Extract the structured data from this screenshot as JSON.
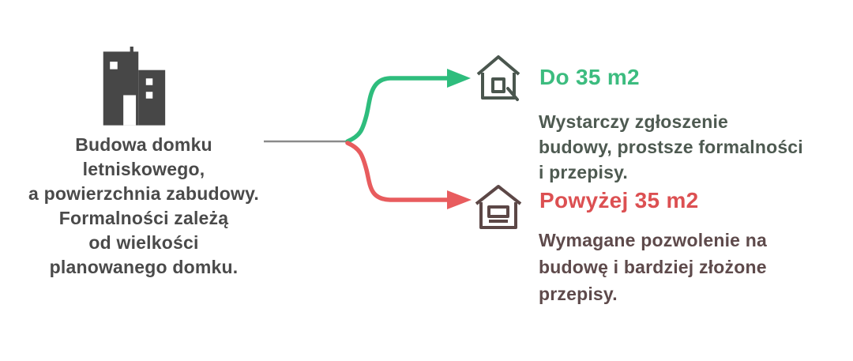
{
  "intro": {
    "icon": "buildings-icon",
    "lines": [
      "Budowa domku letniskowego,",
      "a powierzchnia zabudowy.",
      "Formalności zależą",
      "od wielkości",
      "planowanego domku."
    ]
  },
  "branch_small": {
    "icon": "house-document-icon",
    "heading": "Do 35 m2",
    "body_lines": [
      "Wystarczy zgłoszenie",
      "budowy, prostsze formalności",
      "i przepisy."
    ],
    "accent_color": "#3cbc7f",
    "arrow_color": "#2ebd7d",
    "body_color": "#4e5a51"
  },
  "branch_large": {
    "icon": "house-window-icon",
    "heading": "Powyżej 35 m2",
    "body_lines": [
      "Wymagane pozwolenie na",
      "budowę i bardziej złożone",
      "przepisy."
    ],
    "accent_color": "#dc5052",
    "arrow_color": "#e85c5e",
    "body_color": "#5e4a4b"
  },
  "colors": {
    "background": "#ffffff",
    "intro_text": "#4a4a4a",
    "intro_icon": "#474747",
    "connector_gray": "#8a8a8a"
  }
}
